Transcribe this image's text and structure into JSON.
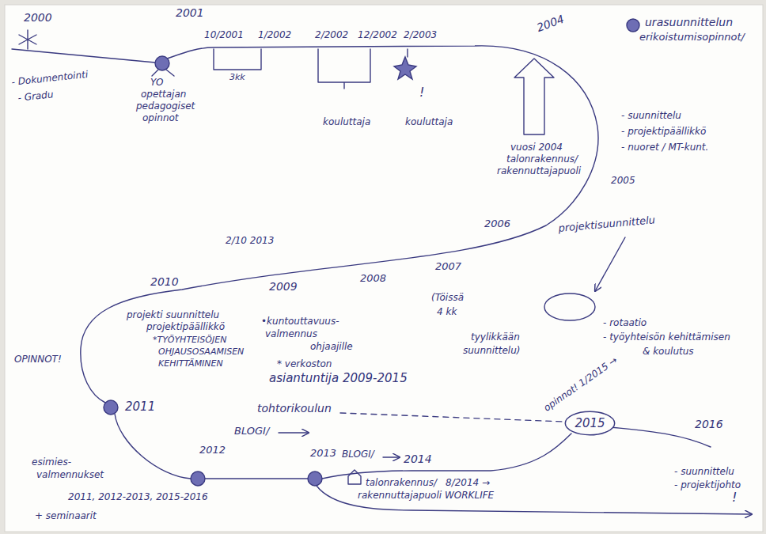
{
  "diagram": {
    "nodes": [
      {
        "text": [
          "2015"
        ]
      }
    ],
    "labels": [
      "2000",
      "- Dokumentointi",
      "- Gradu",
      "2001",
      "YO",
      "opettajan",
      "pedagogiset",
      "opinnot",
      "10/2001",
      "1/2002",
      "2/2002",
      "12/2002",
      "2/2003",
      "3kk",
      "kouluttaja",
      "kouluttaja",
      "!",
      "2004",
      "vuosi 2004",
      "talonrakennus/",
      "rakennuttajapuoli",
      "urasuunnittelun",
      "erikoistumisopinnot/",
      "- suunnittelu",
      "- projektipäällikkö",
      "- nuoret / MT-kunt.",
      "2005",
      "2006",
      "projektisuunnittelu",
      "2/10 2013",
      "2009",
      "2008",
      "2007",
      "(Töissä",
      "4 kk",
      "tyylikkään",
      "suunnittelu)",
      "- rotaatio",
      "- työyhteisön kehittämisen",
      "& koulutus",
      "2010",
      "projekti suunnittelu",
      "projektipäällikkö",
      "*TYÖYHTEISÖJEN",
      "OHJAUSOSAAMISEN",
      "KEHITTÄMINEN",
      "•kuntouttavuus-",
      "valmennus",
      "ohjaajille",
      "* verkoston",
      "asiantuntija 2009-2015",
      "OPINNOT!",
      "2011",
      "tohtorikoulun",
      "BLOGI/",
      "2012",
      "2013",
      "BLOGI/",
      "2014",
      "8/2014 →",
      "esimies-",
      "valmennukset",
      "2011, 2012-2013, 2015-2016",
      "+ seminaarit",
      "talonrakennus/",
      "rakennuttajapuoli WORKLIFE",
      "opinnot! 1/2015 →",
      "2016",
      "- suunnittelu",
      "- projektijohto",
      "!"
    ]
  }
}
